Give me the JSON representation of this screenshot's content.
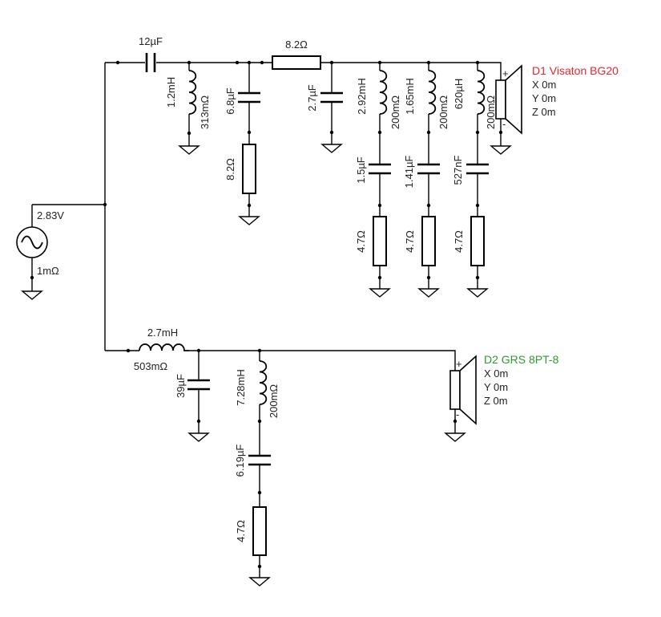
{
  "source": {
    "voltage": "2.83V",
    "resistance": "1mΩ"
  },
  "tweeter_filter": {
    "series_cap": "12µF",
    "shunt_inductor": "1.2mH",
    "shunt_inductor_res": "313mΩ",
    "zobel_cap": "6.8µF",
    "zobel_res": "8.2Ω",
    "series_res": "8.2Ω",
    "shunt_cap": "2.7µF",
    "trap1_l": "2.92mH",
    "trap1_lres": "200mΩ",
    "trap1_c": "1.5µF",
    "trap1_r": "4.7Ω",
    "trap2_l": "1.65mH",
    "trap2_lres": "200mΩ",
    "trap2_c": "1.41µF",
    "trap2_r": "4.7Ω",
    "trap3_l": "620µH",
    "trap3_lres": "200mΩ",
    "trap3_c": "527nF",
    "trap3_r": "4.7Ω"
  },
  "woofer_filter": {
    "series_l": "2.7mH",
    "series_l_res": "503mΩ",
    "shunt_cap": "39µF",
    "notch_l": "7.28mH",
    "notch_l_res": "200mΩ",
    "notch_c": "6.19µF",
    "notch_r": "4.7Ω"
  },
  "drivers": [
    {
      "name": "D1 Visaton BG20",
      "color": "#e8262b",
      "x": "X 0m",
      "y": "Y 0m",
      "z": "Z 0m",
      "plus": "+",
      "minus": "-"
    },
    {
      "name": "D2 GRS 8PT-8",
      "color": "#2e9a2e",
      "x": "X 0m",
      "y": "Y 0m",
      "z": "Z 0m",
      "plus": "+",
      "minus": "-"
    }
  ]
}
